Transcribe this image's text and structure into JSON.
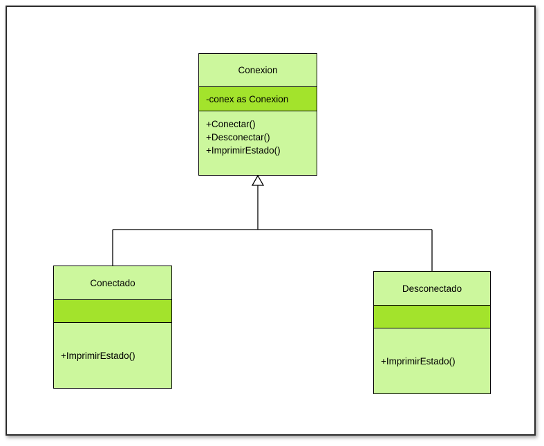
{
  "diagram": {
    "type": "uml-class-diagram",
    "colors": {
      "class_fill": "#ccf79d",
      "attribute_highlight_fill": "#a3e32c",
      "border": "#000000",
      "canvas_background": "#ffffff",
      "frame_border": "#2b2b2b"
    },
    "classes": [
      {
        "name": "Conexion",
        "attributes": [
          "-conex as Conexion"
        ],
        "methods": [
          "+Conectar()",
          "+Desconectar()",
          "+ImprimirEstado()"
        ]
      },
      {
        "name": "Conectado",
        "attributes": [],
        "methods": [
          "+ImprimirEstado()"
        ]
      },
      {
        "name": "Desconectado",
        "attributes": [],
        "methods": [
          "+ImprimirEstado()"
        ]
      }
    ],
    "relationships": [
      {
        "type": "generalization",
        "from": "Conectado",
        "to": "Conexion"
      },
      {
        "type": "generalization",
        "from": "Desconectado",
        "to": "Conexion"
      }
    ]
  }
}
